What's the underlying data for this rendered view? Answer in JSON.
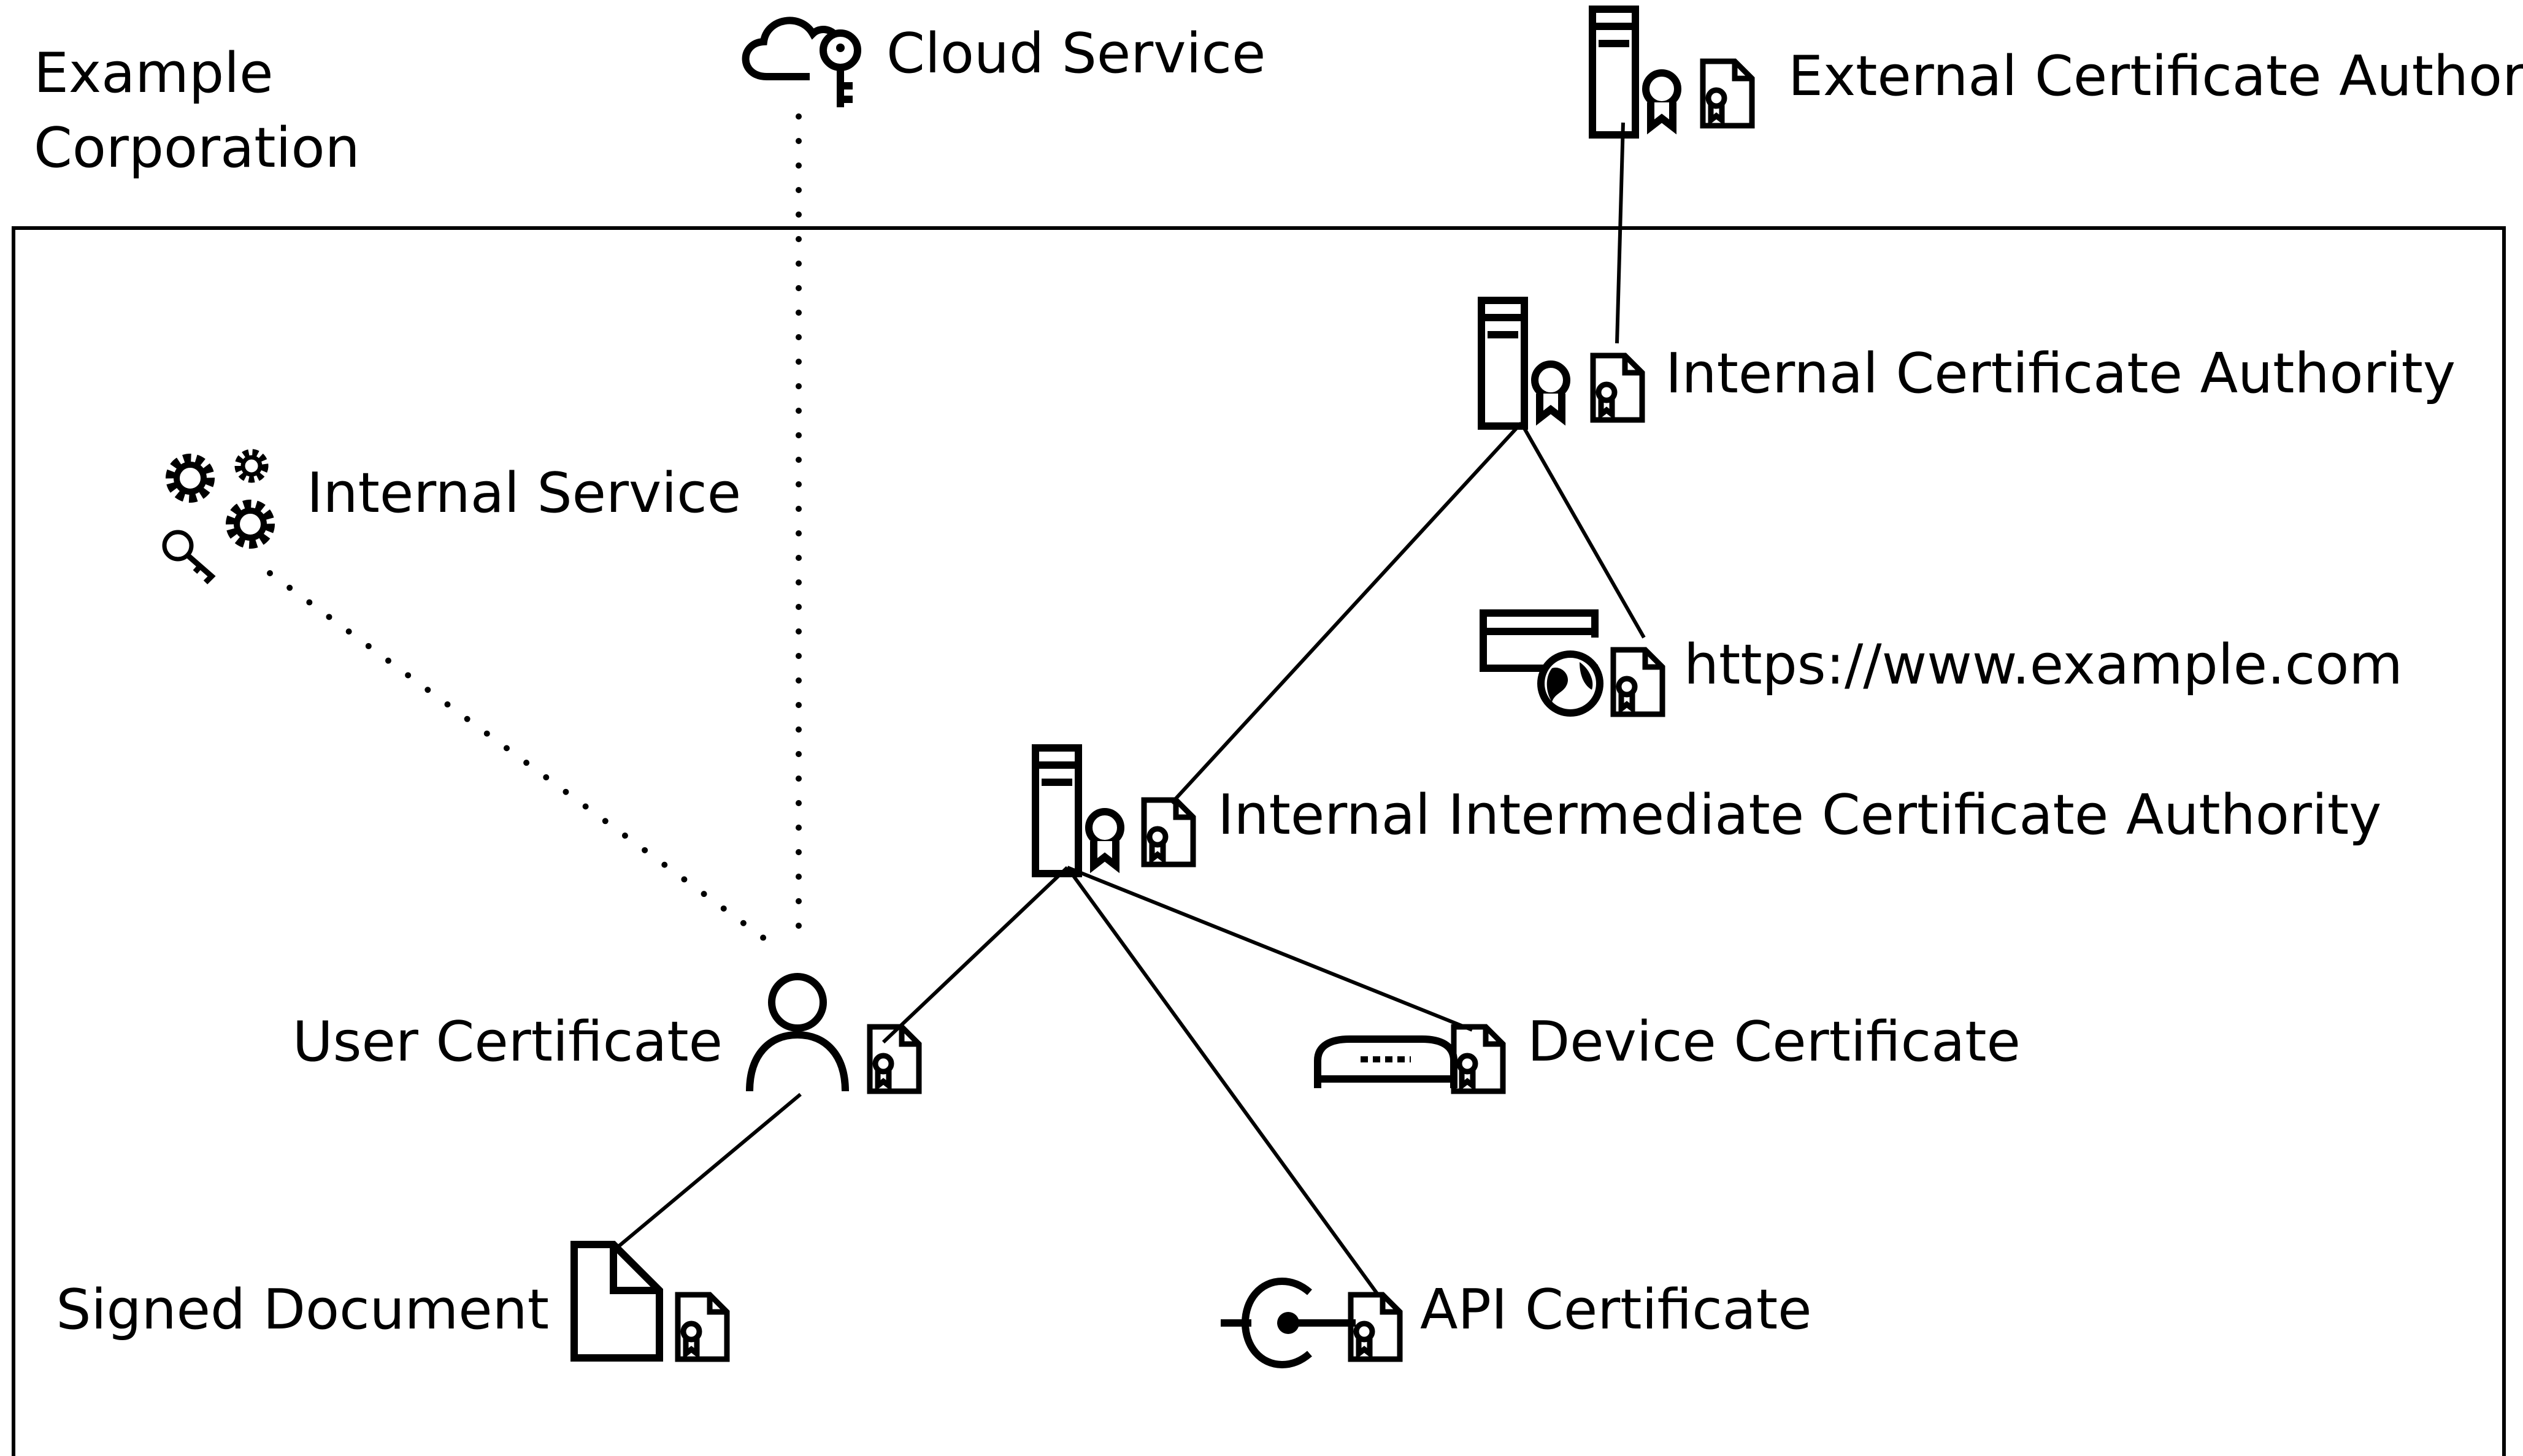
{
  "organization": {
    "label_line1": "Example",
    "label_line2": "Corporation"
  },
  "nodes": {
    "cloud_service": {
      "label": "Cloud Service",
      "icon": "cloud-key-icon"
    },
    "external_ca": {
      "label": "External Certificate Authority",
      "icon": "server-certificate-icon"
    },
    "internal_ca": {
      "label": "Internal Certificate Authority",
      "icon": "server-certificate-icon"
    },
    "internal_service": {
      "label": "Internal Service",
      "icon": "gears-key-icon"
    },
    "website": {
      "label": "https://www.example.com",
      "icon": "browser-globe-icon"
    },
    "intermediate_ca": {
      "label": "Internal Intermediate Certificate Authority",
      "icon": "server-certificate-icon"
    },
    "user_cert": {
      "label": "User Certificate",
      "icon": "user-icon"
    },
    "device_cert": {
      "label": "Device Certificate",
      "icon": "router-icon"
    },
    "signed_document": {
      "label": "Signed Document",
      "icon": "document-icon"
    },
    "api_cert": {
      "label": "API Certificate",
      "icon": "api-icon"
    }
  },
  "links": [
    {
      "from": "External Certificate Authority",
      "to": "Internal Certificate Authority",
      "style": "solid"
    },
    {
      "from": "Internal Certificate Authority",
      "to": "Internal Intermediate Certificate Authority",
      "style": "solid"
    },
    {
      "from": "Internal Certificate Authority",
      "to": "https://www.example.com",
      "style": "solid"
    },
    {
      "from": "Internal Intermediate Certificate Authority",
      "to": "User Certificate",
      "style": "solid"
    },
    {
      "from": "Internal Intermediate Certificate Authority",
      "to": "Device Certificate",
      "style": "solid"
    },
    {
      "from": "Internal Intermediate Certificate Authority",
      "to": "API Certificate",
      "style": "solid"
    },
    {
      "from": "User Certificate",
      "to": "Signed Document",
      "style": "solid"
    },
    {
      "from": "User Certificate",
      "to": "Cloud Service",
      "style": "dotted"
    },
    {
      "from": "User Certificate",
      "to": "Internal Service",
      "style": "dotted"
    }
  ]
}
